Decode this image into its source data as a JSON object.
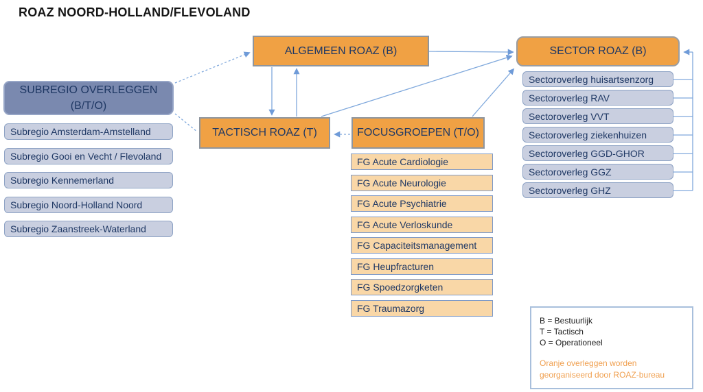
{
  "title": "ROAZ NOORD-HOLLAND/FLEVOLAND",
  "boxes": {
    "algemeen": "ALGEMEEN ROAZ (B)",
    "sector": "SECTOR ROAZ (B)",
    "subregio_line1": "SUBREGIO OVERLEGGEN",
    "subregio_line2": "(B/T/O)",
    "tactisch": "TACTISCH ROAZ (T)",
    "focusgroepen": "FOCUSGROEPEN (T/O)"
  },
  "subregios": [
    "Subregio Amsterdam-Amstelland",
    "Subregio Gooi en Vecht / Flevoland",
    "Subregio Kennemerland",
    "Subregio Noord-Holland Noord",
    "Subregio Zaanstreek-Waterland"
  ],
  "sectoroverleggen": [
    "Sectoroverleg huisartsenzorg",
    "Sectoroverleg RAV",
    "Sectoroverleg VVT",
    "Sectoroverleg ziekenhuizen",
    "Sectoroverleg GGD-GHOR",
    "Sectoroverleg GGZ",
    "Sectoroverleg GHZ"
  ],
  "focusgroepen_list": [
    "FG Acute Cardiologie",
    "FG Acute Neurologie",
    "FG Acute Psychiatrie",
    "FG Acute Verloskunde",
    "FG Capaciteitsmanagement",
    "FG Heupfracturen",
    "FG Spoedzorgketen",
    "FG Traumazorg"
  ],
  "legend": {
    "line1": "B = Bestuurlijk",
    "line2": "T = Tactisch",
    "line3": "O = Operationeel",
    "note": "Oranje overleggen worden georganiseerd door ROAZ-bureau"
  },
  "colors": {
    "orange_fill": "#F0A144",
    "light_orange_fill": "#F9D7A7",
    "slate_blue_fill": "#7A89AF",
    "blue_gray_fill": "#C9CFE0",
    "navy_text": "#1F3864",
    "connector_blue": "#6F9BD8",
    "legend_note_orange": "#F0A050"
  }
}
